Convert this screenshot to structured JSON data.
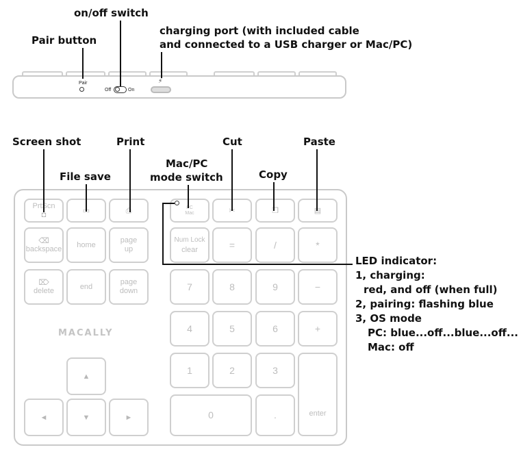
{
  "labels": {
    "onoff": "on/off switch",
    "pair": "Pair button",
    "charging1": "charging port (with included cable",
    "charging2": "and connected to a USB charger or Mac/PC)",
    "screenshot": "Screen shot",
    "filesave": "File save",
    "print": "Print",
    "macpc1": "Mac/PC",
    "macpc2": "mode switch",
    "cut": "Cut",
    "copy": "Copy",
    "paste": "Paste"
  },
  "top_device": {
    "pair_small": "Pair",
    "off": "Off",
    "on": "On"
  },
  "led": {
    "title": "LED indicator:",
    "l1": "1, charging:",
    "l2": "red, and off (when full)",
    "l3": "2, pairing: flashing blue",
    "l4": "3, OS mode",
    "l5": "PC: blue...off...blue...off...",
    "l6": "Mac: off"
  },
  "keys": {
    "prtscn": "PrtScn",
    "backspace": "backspace",
    "home": "home",
    "page_up_1": "page",
    "page_up_2": "up",
    "delete": "delete",
    "end": "end",
    "page_down_1": "page",
    "page_down_2": "down",
    "pc": "PC",
    "mac": "Mac",
    "numlock": "Num Lock",
    "clear": "clear",
    "eq": "=",
    "slash": "/",
    "star": "*",
    "k7": "7",
    "k8": "8",
    "k9": "9",
    "minus": "−",
    "k4": "4",
    "k5": "5",
    "k6": "6",
    "plus": "+",
    "k1": "1",
    "k2": "2",
    "k3": "3",
    "k0": "0",
    "dot": ".",
    "enter": "enter"
  },
  "brand": "MACALLY",
  "colors": {
    "outline": "#cfcfcf",
    "callout": "#111111",
    "key_text": "#bdbdbd"
  }
}
